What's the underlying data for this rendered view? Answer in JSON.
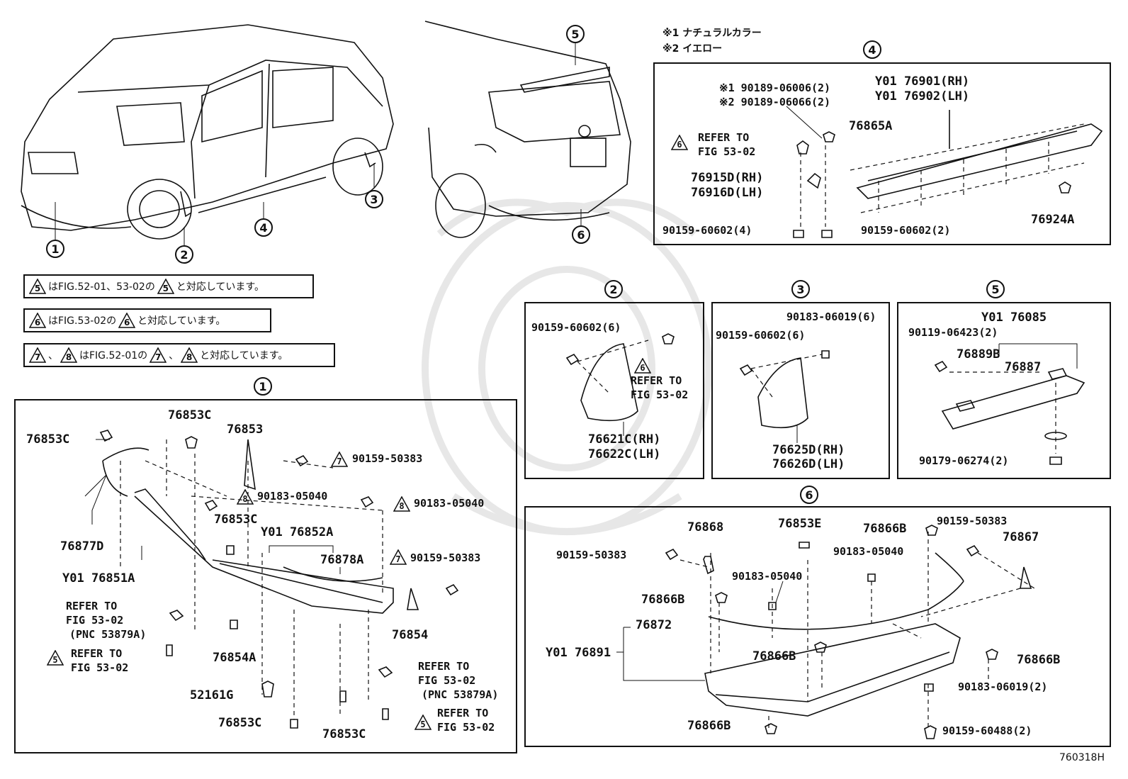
{
  "header": {
    "legend_1": "※1 ナチュラルカラー",
    "legend_2": "※2 イエロー"
  },
  "callouts": {
    "c1": "1",
    "c2": "2",
    "c3": "3",
    "c4": "4",
    "c5": "5",
    "c6": "6"
  },
  "notes": [
    {
      "tri_a": "5",
      "text_a": "はFIG.52-01、53-02の",
      "tri_b": "5",
      "text_b": "と対応しています。"
    },
    {
      "tri_a": "6",
      "text_a": "はFIG.53-02の",
      "tri_b": "6",
      "text_b": "と対応しています。"
    },
    {
      "tri_a": "7",
      "sep": "、",
      "tri_c": "8",
      "text_a": "はFIG.52-01の",
      "tri_b": "7",
      "sep2": "、",
      "tri_d": "8",
      "text_b": "と対応しています。"
    }
  ],
  "panel4": {
    "p1": "※1 90189-06006(2)",
    "p2": "※2 90189-06066(2)",
    "p3": "Y01 76901(RH)",
    "p4": "Y01 76902(LH)",
    "p5": "76865A",
    "ref_tri": "6",
    "ref1": "REFER TO",
    "ref2": "FIG 53-02",
    "p6": "76915D(RH)",
    "p7": "76916D(LH)",
    "p8": "90159-60602(4)",
    "p9": "90159-60602(2)",
    "p10": "76924A"
  },
  "panel2": {
    "p1": "90159-60602(6)",
    "ref_tri": "6",
    "ref1": "REFER TO",
    "ref2": "FIG 53-02",
    "p2": "76621C(RH)",
    "p3": "76622C(LH)"
  },
  "panel3": {
    "p1": "90183-06019(6)",
    "p2": "90159-60602(6)",
    "p3": "76625D(RH)",
    "p4": "76626D(LH)"
  },
  "panel5": {
    "p1": "Y01 76085",
    "p2": "90119-06423(2)",
    "p3": "76889B",
    "p4": "76887",
    "p5": "90179-06274(2)"
  },
  "panel1": {
    "p1": "76853C",
    "p2": "76853",
    "p3": "76853C",
    "t7a": "7",
    "p4": "90159-50383",
    "t8a": "8",
    "p5": "90183-05040",
    "t8b": "8",
    "p6": "90183-05040",
    "p7": "76853C",
    "p8": "Y01 76852A",
    "p9": "76877D",
    "p10": "76878A",
    "t7b": "7",
    "p11": "90159-50383",
    "p12": "Y01 76851A",
    "ref_a1": "REFER TO",
    "ref_a2": "FIG 53-02",
    "ref_a3": "(PNC 53879A)",
    "t5a": "5",
    "ref_b1": "REFER TO",
    "ref_b2": "FIG 53-02",
    "p13": "76854",
    "p14": "76854A",
    "ref_c1": "REFER TO",
    "ref_c2": "FIG 53-02",
    "ref_c3": "(PNC 53879A)",
    "p15": "52161G",
    "t5b": "5",
    "ref_d1": "REFER TO",
    "ref_d2": "FIG 53-02",
    "p16": "76853C",
    "p17": "76853C"
  },
  "panel6": {
    "p1": "76868",
    "p2": "76853E",
    "p3": "76866B",
    "p4": "90159-50383",
    "p5": "90159-50383",
    "p6": "76867",
    "p7": "90183-05040",
    "p8": "90183-05040",
    "p9": "76866B",
    "p10": "76872",
    "p11": "Y01 76891",
    "p12": "76866B",
    "p13": "76866B",
    "p14": "90183-06019(2)",
    "p15": "76866B",
    "p16": "90159-60488(2)"
  },
  "figure_id": "760318H"
}
